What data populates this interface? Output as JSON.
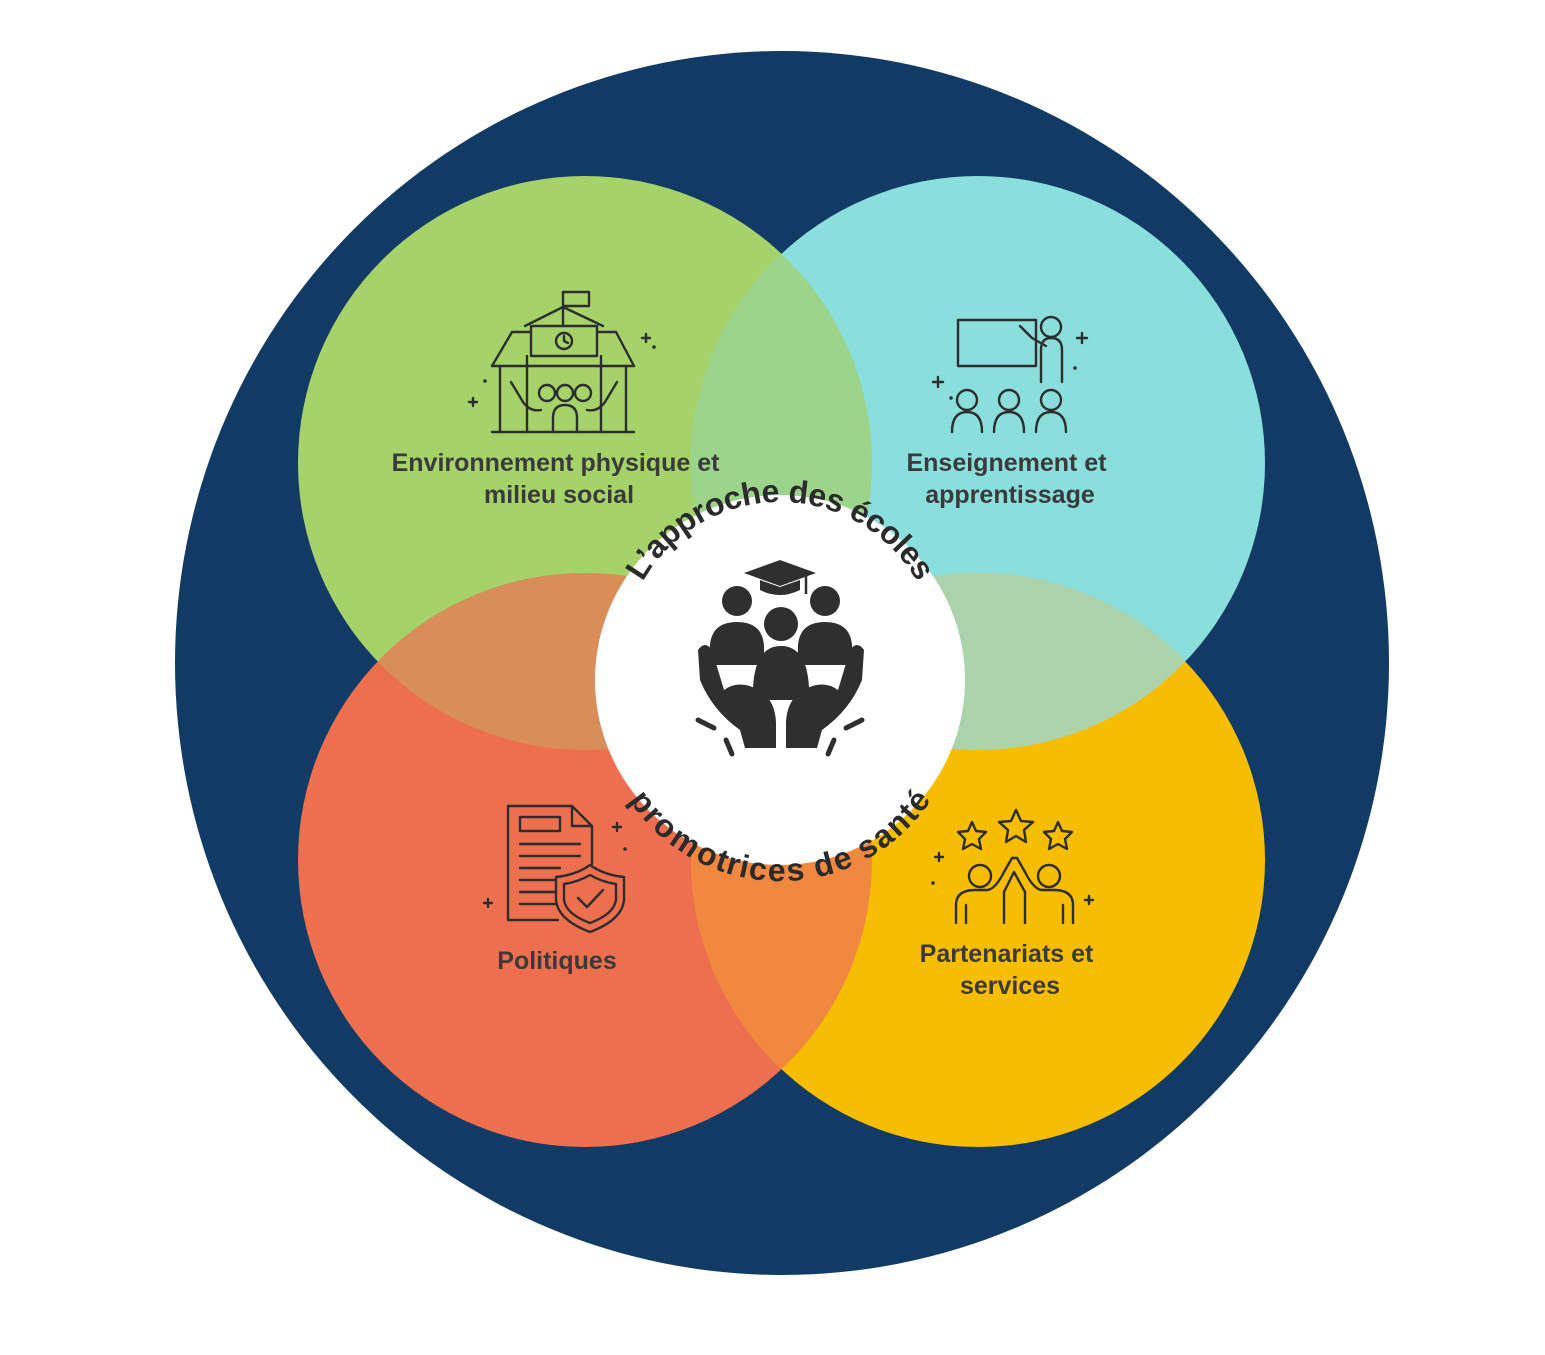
{
  "diagram": {
    "center": {
      "title_top": "L’approche des écoles",
      "title_bottom": "promotrices de santé",
      "icon": "hands-holding-people-graduation-icon"
    },
    "components": [
      {
        "id": "environment",
        "label_lines": [
          "Environnement physique et",
          "milieu social"
        ],
        "icon": "school-building-icon",
        "color": "#a6d26a"
      },
      {
        "id": "teaching",
        "label_lines": [
          "Enseignement et",
          "apprentissage"
        ],
        "icon": "teacher-presentation-icon",
        "color": "#8adedc"
      },
      {
        "id": "policies",
        "label_lines": [
          "Politiques"
        ],
        "icon": "policy-document-shield-icon",
        "color": "#ee6f4e"
      },
      {
        "id": "partnerships",
        "label_lines": [
          "Partenariats et",
          "services"
        ],
        "icon": "high-five-stars-icon",
        "color": "#f7bd00"
      }
    ],
    "colors": {
      "outer_circle": "#113b65",
      "center_circle": "#ffffff",
      "overlap_env_teaching": "#9dd48c",
      "overlap_env_policies": "#d98d58",
      "overlap_teaching_partnerships": "#add3ad",
      "overlap_policies_partnerships": "#f1883f"
    }
  }
}
